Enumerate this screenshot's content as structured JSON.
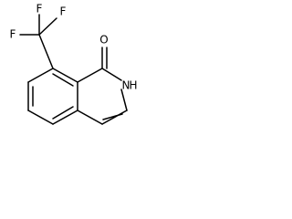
{
  "molecule": {
    "atoms": {
      "fluorine_top": "F",
      "fluorine_left": "F",
      "fluorine_right": "F",
      "oxygen": "O",
      "nitrogen": "N",
      "hydrogen": "H"
    }
  }
}
